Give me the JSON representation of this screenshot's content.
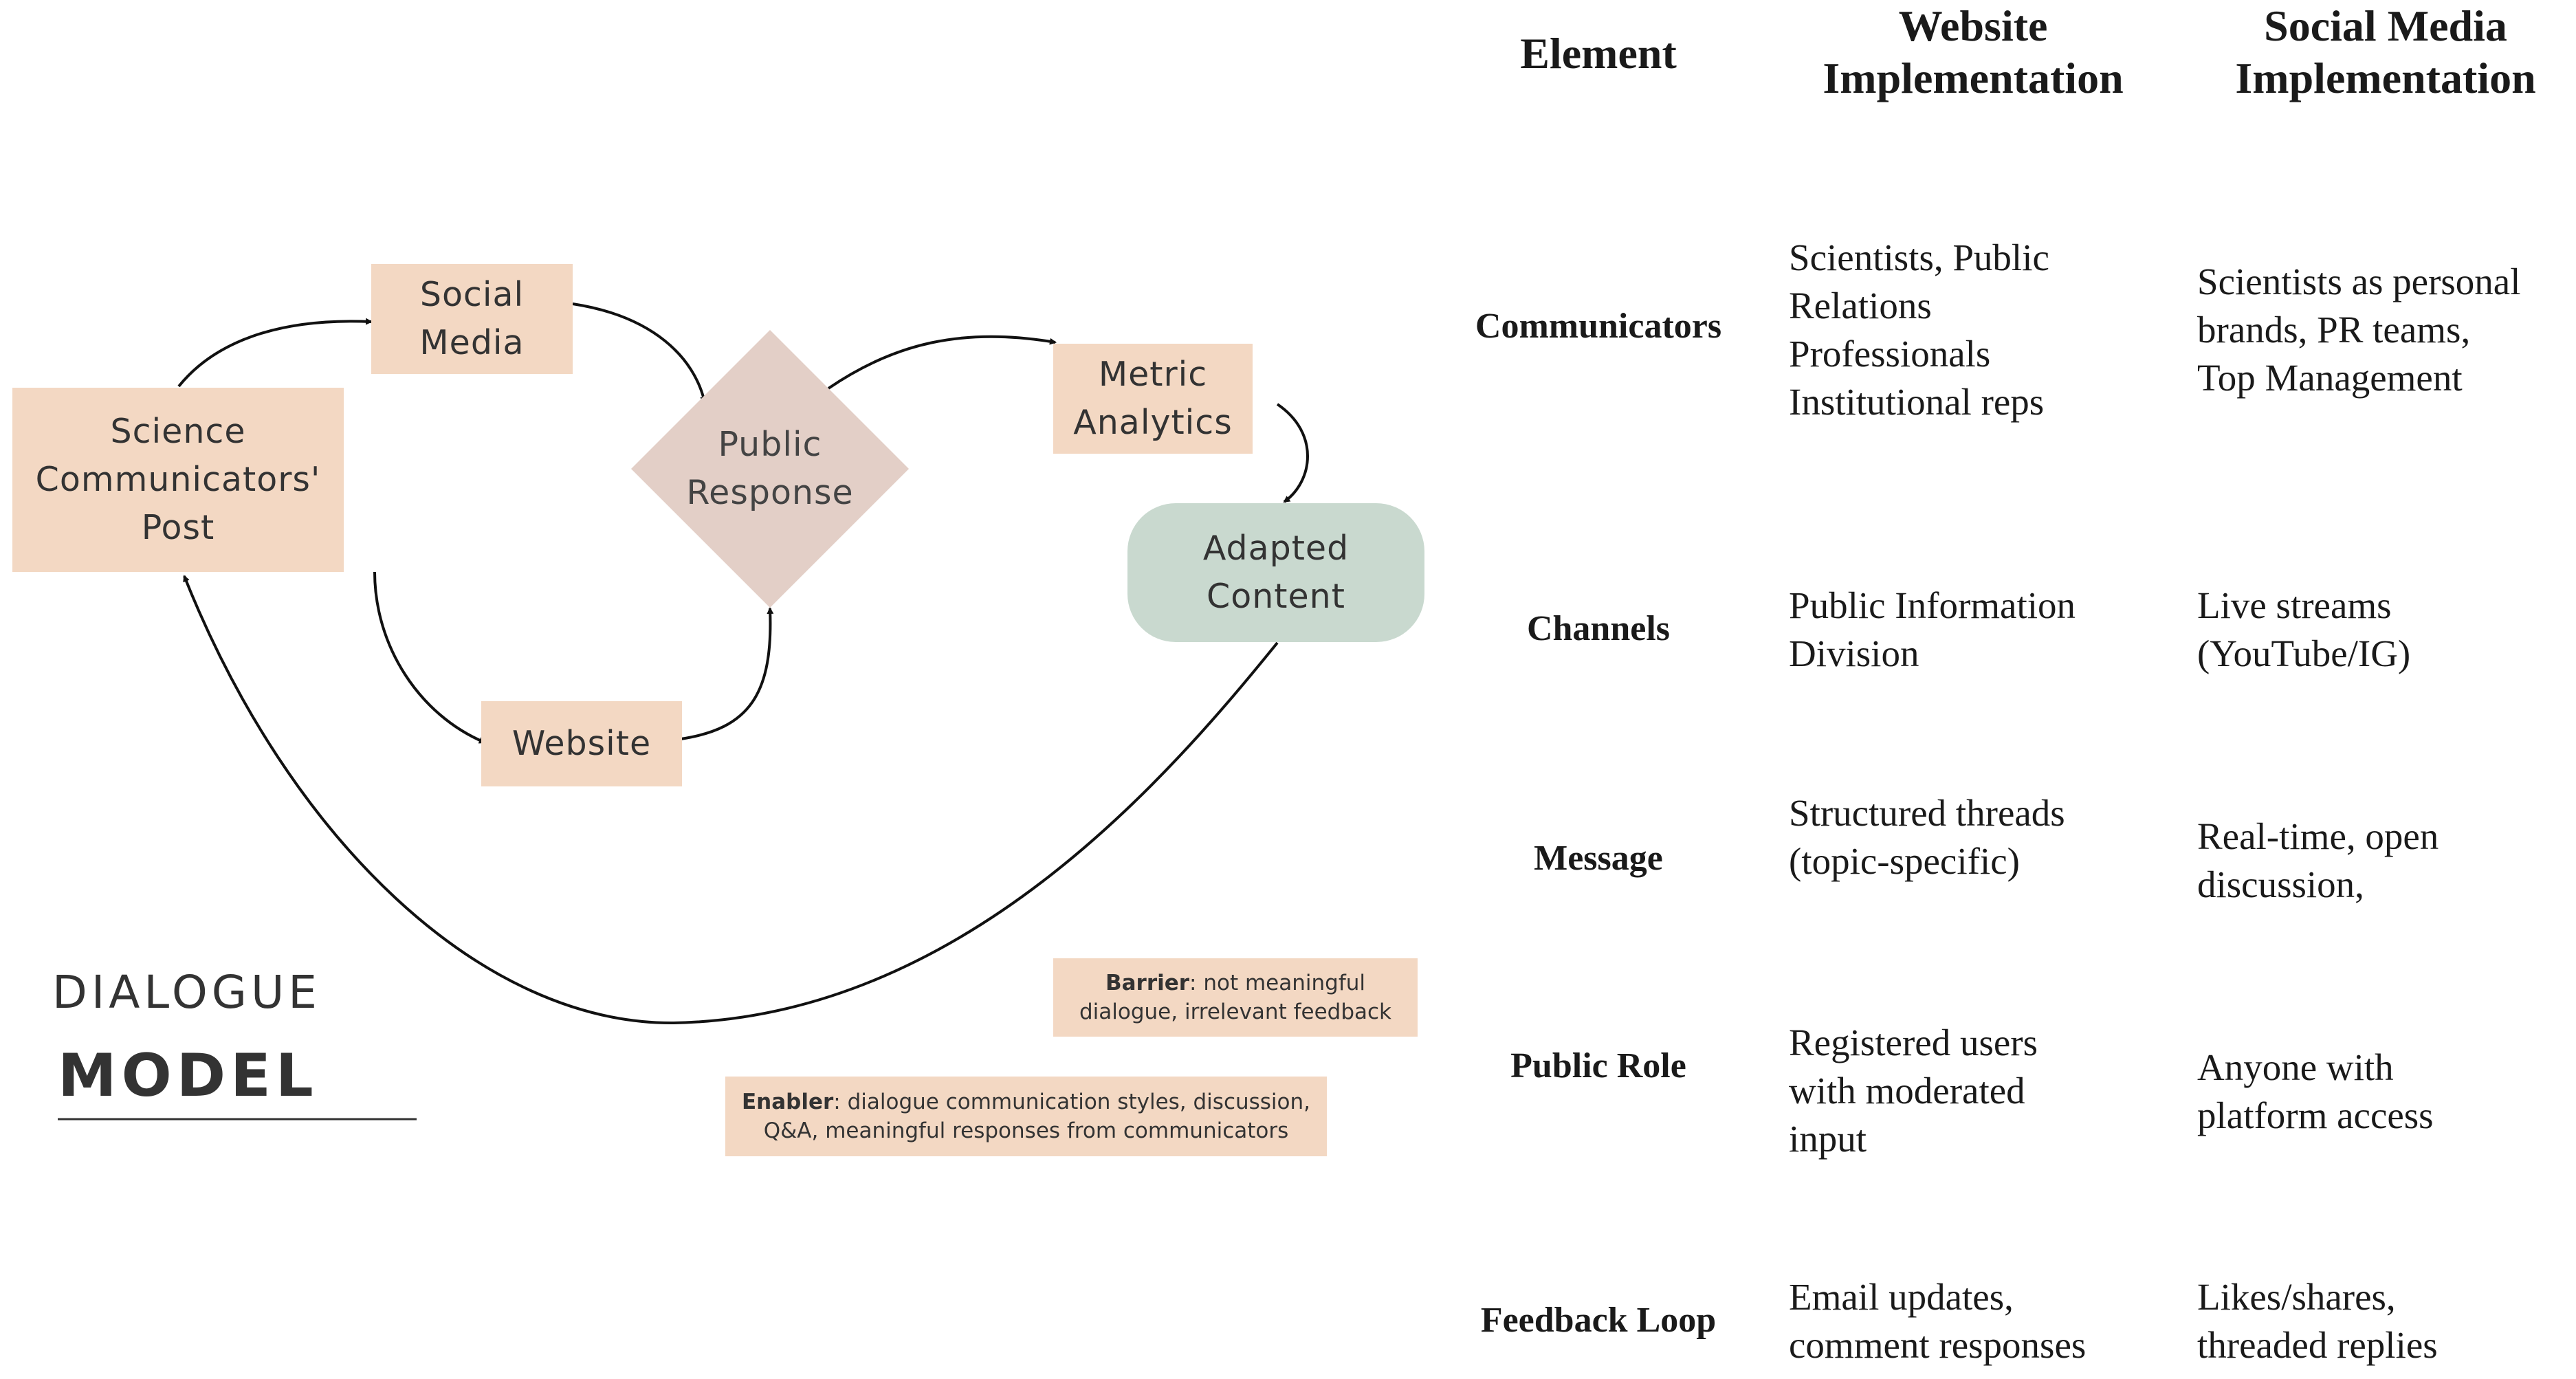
{
  "model_title": {
    "line1": "DIALOGUE",
    "line2": "MODEL"
  },
  "nodes": {
    "science_post": "Science\nCommunicators'\nPost",
    "social_media": "Social\nMedia",
    "website": "Website",
    "public_response": "Public\nResponse",
    "metric_analytics": "Metric\nAnalytics",
    "adapted_content": "Adapted\nContent"
  },
  "notes": {
    "barrier_label": "Barrier",
    "barrier_text": ": not meaningful dialogue, irrelevant feedback",
    "enabler_label": "Enabler",
    "enabler_text": ": dialogue communication styles, discussion, Q&A, meaningful responses from communicators"
  },
  "colors": {
    "node_fill": "#f3d8c3",
    "diamond_fill": "#e3cfc7",
    "adapted_fill": "#c9d9cf",
    "line": "#111111"
  },
  "table": {
    "headers": {
      "element": "Element",
      "website": "Website\nImplementation",
      "social": "Social Media\nImplementation"
    },
    "rows": [
      {
        "label": "Communicators",
        "website": "Scientists, Public\nRelations\nProfessionals\nInstitutional reps",
        "social": "Scientists as personal\nbrands, PR teams,\nTop Management"
      },
      {
        "label": "Channels",
        "website": "Public Information\nDivision",
        "social": "Live streams\n(YouTube/IG)"
      },
      {
        "label": "Message",
        "website": "Structured threads\n(topic-specific)",
        "social": "Real-time, open\ndiscussion,"
      },
      {
        "label": "Public Role",
        "website": "Registered users\nwith moderated\ninput",
        "social": "Anyone with\nplatform access"
      },
      {
        "label": "Feedback Loop",
        "website": "Email updates,\ncomment responses",
        "social": "Likes/shares,\nthreaded replies"
      }
    ]
  }
}
